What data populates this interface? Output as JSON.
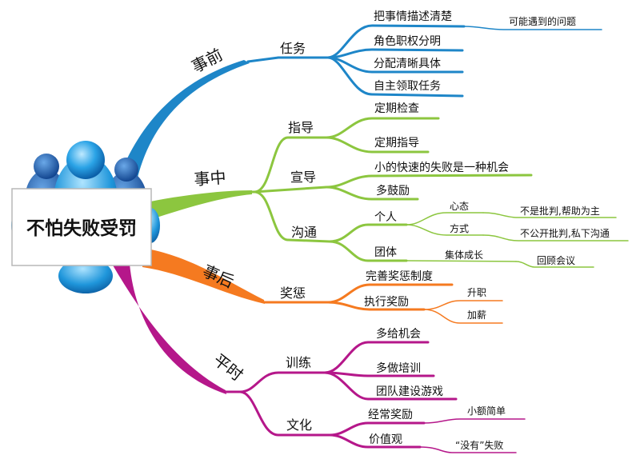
{
  "center": {
    "title": "不怕失败受罚"
  },
  "branches": [
    {
      "label": "事前",
      "color": "#1E86C8",
      "subs": [
        {
          "label": "任务",
          "children": [
            {
              "label": "把事情描述清楚",
              "children": [
                {
                  "label": "可能遇到的问题"
                }
              ]
            },
            {
              "label": "角色职权分明"
            },
            {
              "label": "分配清晰具体"
            },
            {
              "label": "自主领取任务"
            }
          ]
        }
      ]
    },
    {
      "label": "事中",
      "color": "#8CC63F",
      "subs": [
        {
          "label": "指导",
          "children": [
            {
              "label": "定期检查"
            },
            {
              "label": "定期指导"
            }
          ]
        },
        {
          "label": "宣导",
          "children": [
            {
              "label": "小的快速的失败是一种机会"
            },
            {
              "label": "多鼓励"
            }
          ]
        },
        {
          "label": "沟通",
          "children": [
            {
              "label": "个人",
              "children": [
                {
                  "label": "心态",
                  "children": [
                    {
                      "label": "不是批判,帮助为主"
                    }
                  ]
                },
                {
                  "label": "方式",
                  "children": [
                    {
                      "label": "不公开批判,私下沟通"
                    }
                  ]
                }
              ]
            },
            {
              "label": "团体",
              "children": [
                {
                  "label": "集体成长",
                  "children": [
                    {
                      "label": "回顾会议"
                    }
                  ]
                }
              ]
            }
          ]
        }
      ]
    },
    {
      "label": "事后",
      "color": "#F57A20",
      "subs": [
        {
          "label": "奖惩",
          "children": [
            {
              "label": "完善奖惩制度"
            },
            {
              "label": "执行奖励",
              "children": [
                {
                  "label": "升职"
                },
                {
                  "label": "加薪"
                }
              ]
            }
          ]
        }
      ]
    },
    {
      "label": "平时",
      "color": "#B5178A",
      "subs": [
        {
          "label": "训练",
          "children": [
            {
              "label": "多给机会"
            },
            {
              "label": "多做培训"
            },
            {
              "label": "团队建设游戏"
            }
          ]
        },
        {
          "label": "文化",
          "children": [
            {
              "label": "经常奖励",
              "children": [
                {
                  "label": "小额简单"
                }
              ]
            },
            {
              "label": "价值观",
              "children": [
                {
                  "label": "“没有”失败"
                }
              ]
            }
          ]
        }
      ]
    }
  ]
}
